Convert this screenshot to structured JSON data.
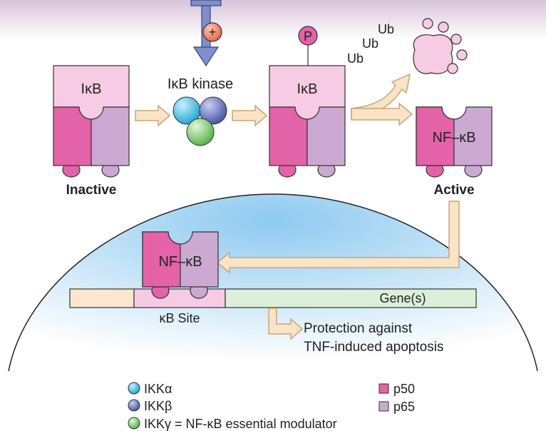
{
  "signal": {
    "plus": "+"
  },
  "complex_left": {
    "label": "IκB",
    "caption": "Inactive"
  },
  "kinase": {
    "label": "IκB kinase"
  },
  "complex_mid": {
    "label": "IκB",
    "phospho": "P"
  },
  "ubiquitin": {
    "ub1": "Ub",
    "ub2": "Ub",
    "ub3": "Ub"
  },
  "complex_right": {
    "label": "NF–κB",
    "caption": "Active"
  },
  "nucleus": {
    "dna_complex_label": "NF–κB",
    "genes_label": "Gene(s)",
    "site_label": "κB Site",
    "outcome_line1": "Protection against",
    "outcome_line2": "TNF-induced apoptosis"
  },
  "legend": {
    "ikka": "IKKα",
    "ikkb": "IKKβ",
    "ikkg": "IKKγ = NF-κB essential modulator",
    "p50": "p50",
    "p65": "p65"
  },
  "colors": {
    "p50": "#e462a8",
    "p65": "#cba9d2",
    "ikb": "#f7cbe3",
    "ikka": "#2ab0d8",
    "ikkb": "#5967b4",
    "ikkg": "#77c96a",
    "arrow_fill": "#fbe3c6",
    "arrow_stroke": "#c9a577",
    "nucleus": "#a9d5f2",
    "receptor": "#7f8fca",
    "top_band": "#dcc7dd"
  }
}
